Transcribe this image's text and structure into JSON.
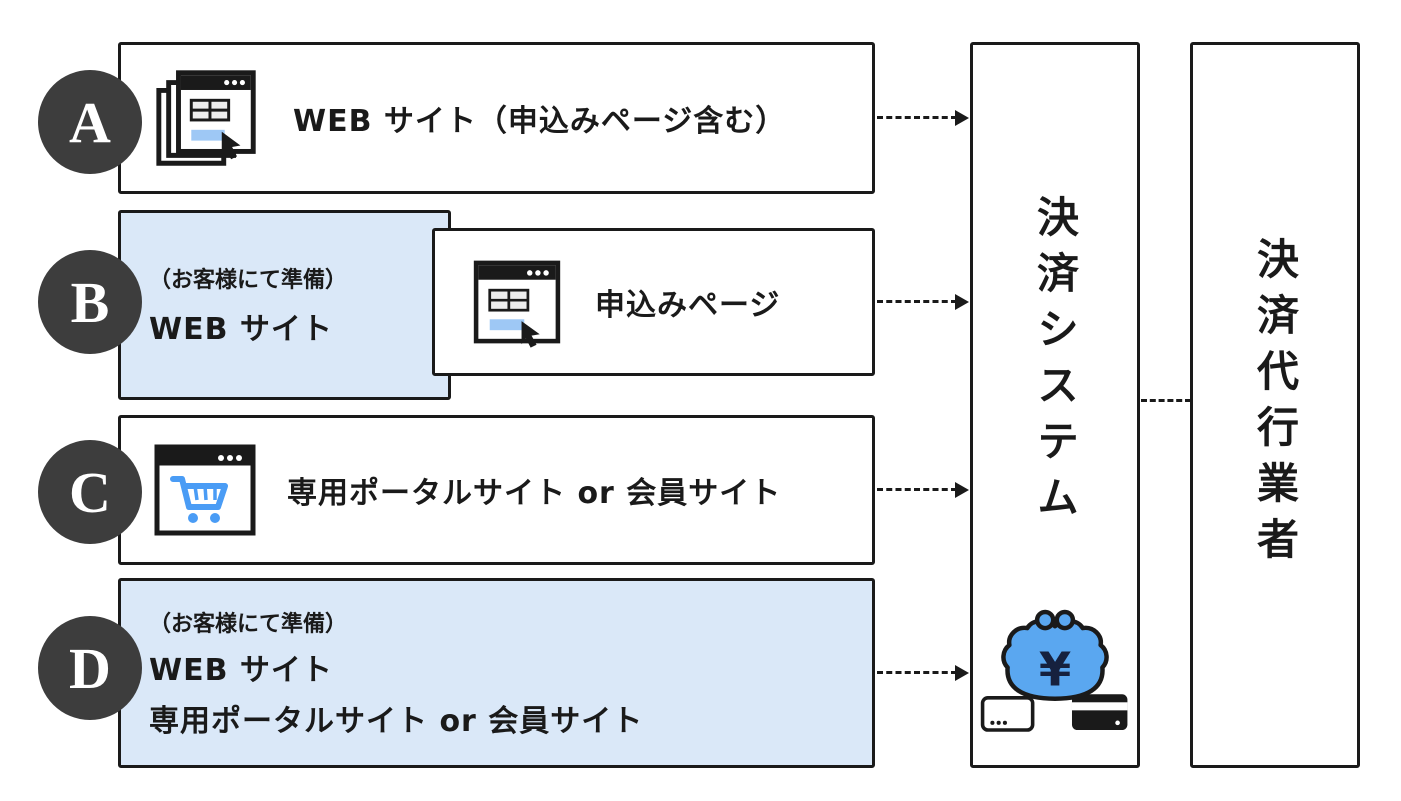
{
  "rows": [
    {
      "badge": "A",
      "main_box": {
        "text": "WEB サイト（申込みページ含む）"
      }
    },
    {
      "badge": "B",
      "blue_box": {
        "note": "（お客様にて準備）",
        "title": "WEB サイト"
      },
      "main_box": {
        "text": "申込みページ"
      }
    },
    {
      "badge": "C",
      "main_box": {
        "text": "専用ポータルサイト or 会員サイト"
      }
    },
    {
      "badge": "D",
      "blue_box": {
        "note": "（お客様にて準備）",
        "line1": "WEB サイト",
        "line2": "専用ポータルサイト or 会員サイト"
      }
    }
  ],
  "columns": {
    "payment_system": "決済システム",
    "payment_agency": "決済代行業者"
  },
  "icons": {
    "row_a": "stacked-browser-icon",
    "row_b": "browser-icon",
    "row_c": "cart-browser-icon",
    "payment_system": "coin-purse-icon"
  },
  "colors": {
    "badge_bg": "#3d3d3d",
    "blue_box_bg": "#dae8f8",
    "border": "#1a1a1a",
    "accent_blue": "#4a9cf5",
    "purse_blue": "#5aa7f0"
  }
}
